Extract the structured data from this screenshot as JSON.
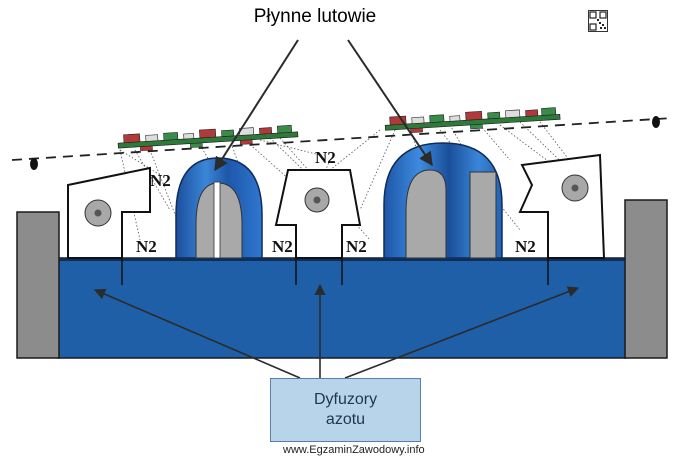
{
  "diagram": {
    "title": "Płynne lutowie",
    "diffuser_label_line1": "Dyfuzory",
    "diffuser_label_line2": "azotu",
    "gas_label": "N2",
    "footer": "www.EgzaminZawodowy.info"
  },
  "colors": {
    "bath": "#1f5fa8",
    "bath_dark": "#174c8a",
    "wall": "#8c8c8c",
    "wave": "#2a6fc4",
    "box_fill": "#b8d4ea",
    "box_border": "#5b7fa6"
  }
}
